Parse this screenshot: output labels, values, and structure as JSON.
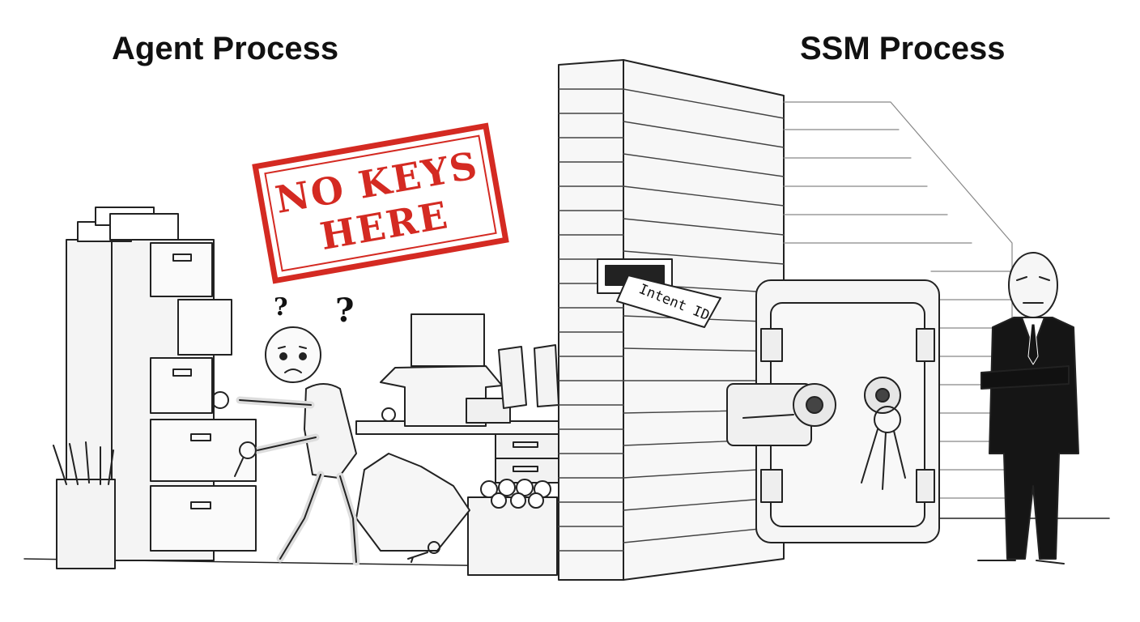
{
  "headings": {
    "agent_process": "Agent Process",
    "ssm_process": "SSM Process"
  },
  "stamp": {
    "line1": "NO KEYS",
    "line2": "HERE",
    "color": "#d42a22"
  },
  "wall_slot": {
    "note_text": "Intent ID"
  },
  "question_marks": [
    "?",
    "?"
  ],
  "colors": {
    "ink": "#111111",
    "paper": "#ffffff",
    "stamp_red": "#d42a22"
  }
}
